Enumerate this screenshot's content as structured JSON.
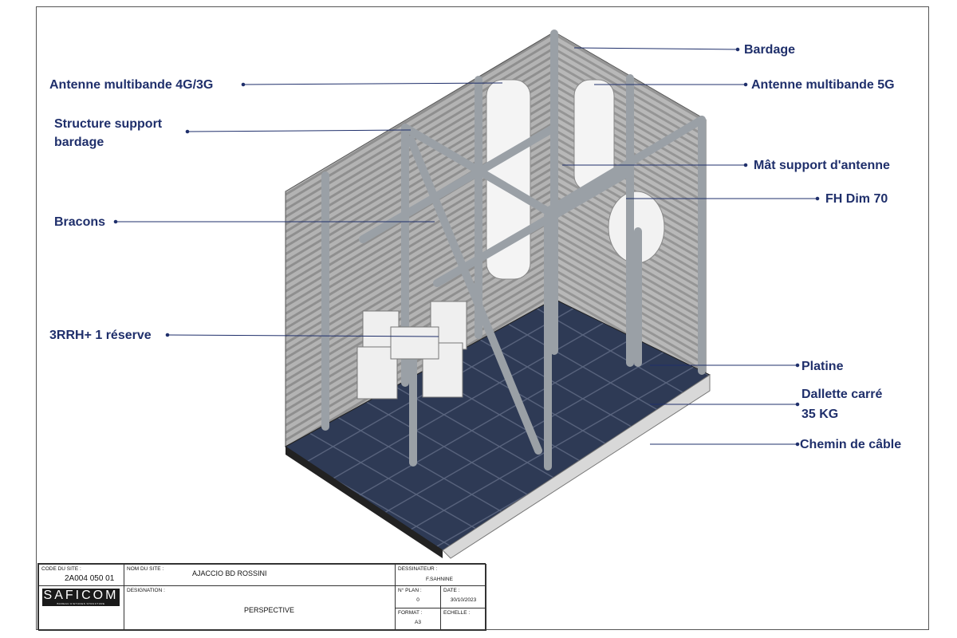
{
  "labels": {
    "bardage": "Bardage",
    "antenne_4g3g": "Antenne multibande 4G/3G",
    "antenne_5g": "Antenne multibande 5G",
    "structure_support_1": "Structure support",
    "structure_support_2": "bardage",
    "mat_support": "Mât support d'antenne",
    "fh": "FH Dim 70",
    "bracons": "Bracons",
    "rrh": "3RRH+ 1 réserve",
    "platine": "Platine",
    "dallette_1": "Dallette carré",
    "dallette_2": "35 KG",
    "chemin": "Chemin de câble"
  },
  "title_block": {
    "code_label": "CODE DU SITE :",
    "code_value": "2A004 050 01",
    "nom_label": "NOM DU SITE :",
    "nom_value": "AJACCIO BD ROSSINI",
    "dessinateur_label": "DESSINATEUR :",
    "dessinateur_value": "F.SAHNINE",
    "logo_text": "SAFICOM",
    "logo_sub": "BUREAU D'ETUDES STRUCTURE",
    "designation_label": "DESIGNATION :",
    "designation_value": "PERSPECTIVE",
    "plan_label": "N° PLAN :",
    "plan_value": "0",
    "date_label": "DATE :",
    "date_value": "30/10/2023",
    "format_label": "FORMAT :",
    "format_value": "A3",
    "echelle_label": "ECHELLE :"
  },
  "colors": {
    "label": "#1f2f6b",
    "floor": "#2e3a55",
    "wall": "#a9a9a9"
  }
}
